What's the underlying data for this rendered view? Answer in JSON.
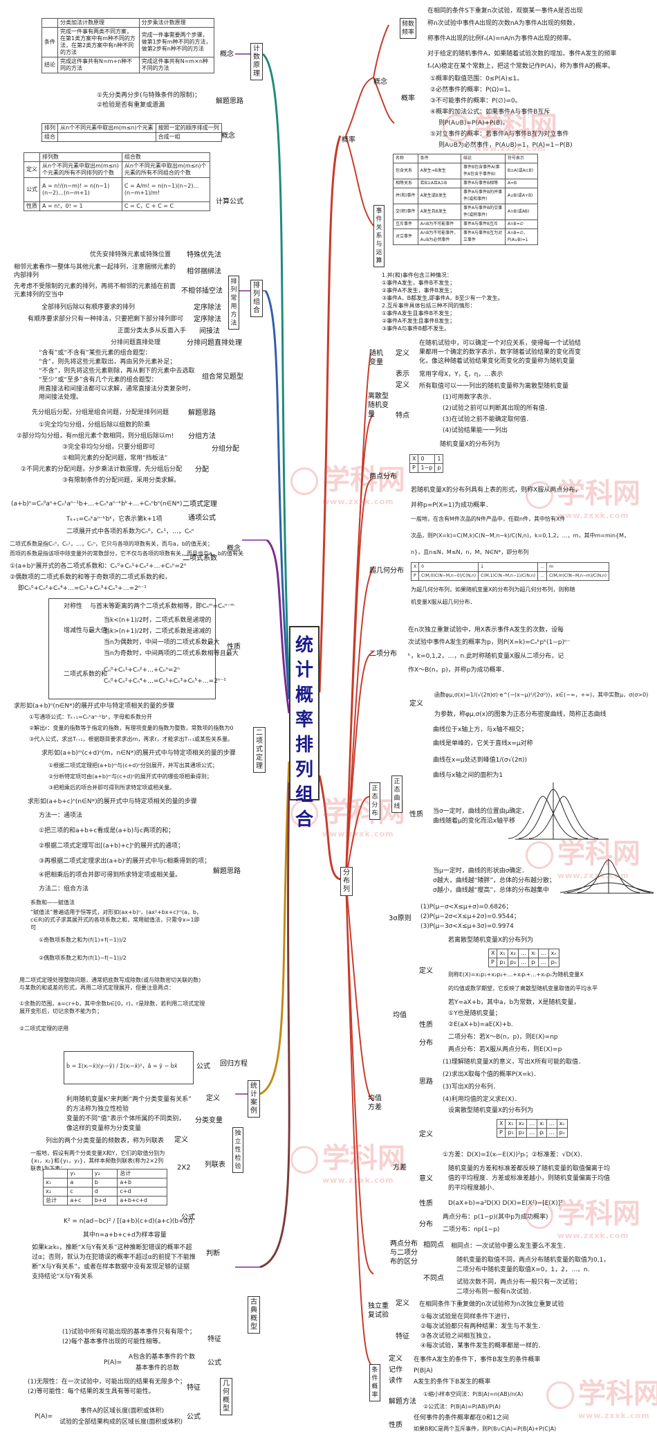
{
  "center_title": "统计概率排列组合",
  "watermark": {
    "brand": "学科网",
    "url": "www.zxxk.com"
  },
  "left": {
    "counting": {
      "branch": "计数原理",
      "concept": "概念",
      "table_headers": [
        "分类加法计数原理",
        "分步乘法计数原理"
      ],
      "table_rows": [
        [
          "条件",
          "完成一件事有两类不同方案，在第1类方案中有m种不同的方法，在第2类方案中有n种不同的方法",
          "完成一件事需要两个步骤，做第1步有m种不同的方法，做第2步有n种不同的方法"
        ],
        [
          "结论",
          "完成这件事共有N=m+n种不同的方法",
          "完成这件事共有N=m×n种不同的方法"
        ]
      ],
      "solve_idea": "解题思路",
      "solve_steps": [
        "①先分类再分步(与特殊条件的限制)；",
        "②检验是否有重复或遗漏"
      ]
    },
    "permcomb": {
      "branch": "排列组合",
      "concept": "概念",
      "def_rows": [
        [
          "排列",
          "从n个不同元素中取出m(m≤n)个元素",
          "按照一定的顺序排成一列"
        ],
        [
          "组合",
          "",
          "合成一组"
        ]
      ],
      "formula": "计算公式",
      "formula_headers": [
        "",
        "排列数",
        "组合数"
      ],
      "formula_rows": [
        [
          "定义",
          "从n个不同元素中取出m(m≤n)个元素的所有不同排列的个数",
          "从n个不同元素中取出m(m≤n)个元素的所有不同组合的个数"
        ],
        [
          "公式",
          "A = n!/(n−m)! = n(n−1)(n−2)…(n−m+1)",
          "C = A/m! = n(n−1)(n−2)…(n−m+1)/m!"
        ],
        [
          "性质",
          "A = n!，0! = 1",
          "C = C，C + C = C"
        ]
      ],
      "methods_label": "排列常用方法",
      "methods": [
        {
          "name": "特殊优先法",
          "desc": "优先安排特殊元素或特殊位置"
        },
        {
          "name": "相邻捆绑法",
          "desc": "相邻元素看作一整体与其他元素一起排列，注意捆绑元素的内部排列"
        },
        {
          "name": "不相邻插空法",
          "desc": "先考虑不受限制的元素的排列，再将不相邻的元素插在前面元素排列的空当中"
        },
        {
          "name": "定序除法",
          "desc": "全部排列后除以有顺序要求的排列"
        },
        {
          "name": "定序除法",
          "desc": "有顺序要求部分只有一种排法，只要把剩下部分排列即可"
        },
        {
          "name": "间接法",
          "desc": "正面分类太多从反面入手"
        },
        {
          "name": "分排问题直排处理",
          "desc": "分排问题直排处理"
        }
      ],
      "common_label": "组合常见题型",
      "common_text": [
        "“含有”或“不含有”某些元素的组合题型：",
        "“含”，则先将这些元素取出，再由另外元素补足；",
        "“不含”，则先将这些元素剔除，再从剩下的元素中去选取",
        "“至少”或“至多”含有几个元素的组合题型：",
        "用直接法和间接法都可以求解，通常直接法分类复杂时，用间接法处理。"
      ],
      "group_label": "分组分配",
      "group_idea": "解题思路",
      "group_idea_text": "先分组后分配，分组是组合问题，分配是排列问题",
      "group_method": "分组方法",
      "group_methods": [
        "①完全均匀分组，分组后除以组数的阶乘",
        "②部分均匀分组，有m组元素个数相同，则分组后除以m!",
        "③完全非均匀分组，只要分组即可"
      ],
      "assign_label": "分配",
      "assign_methods": [
        "①相同元素的分配问题，常用“挡板法”",
        "②不同元素的分配问题，分步乘法计数原理，先分组后分配",
        "③有限制条件的分配问题，采用分类求解。"
      ]
    },
    "binomial": {
      "branch": "二项式定理",
      "concept": "概念",
      "theorem_label": "二项式定理",
      "theorem": "(a+b)ⁿ=Cₙ⁰aⁿ+Cₙ¹aⁿ⁻¹b+…+Cₙᵏaⁿ⁻ᵏbᵏ+…+Cₙⁿbⁿ(n∈N*)",
      "general_label": "通项公式",
      "general": "Tₖ₊₁=Cₙᵏaⁿ⁻ᵏbᵏ，它表示第k+1项",
      "coef_label": "二项式系数",
      "coef_text": [
        "二项展开式中各项的系数为Cₙ⁰，Cₙ¹，…，Cₙⁿ",
        "二项式系数是指Cₙ⁰，Cₙ¹，…，Cₙⁿ，它只与各项的项数有关，而与a，b的值无关；",
        "而项的系数是指该项中除变量外的常数部分，它不仅与各项的项数有关，而且也与a，b的值有关",
        "①(a+b)ⁿ展开式的各二项式系数和：Cₙ⁰+Cₙ¹+Cₙ²+…+Cₙⁿ=2ⁿ",
        "②偶数项的二项式系数的和等于奇数项的二项式系数的和，",
        "即Cₙ⁰+Cₙ²+Cₙ⁴+…=Cₙ¹+Cₙ³+Cₙ⁵+…=2ⁿ⁻¹"
      ],
      "property_label": "性质",
      "properties": [
        [
          "对称性",
          "与首末等距离的两个二项式系数相等，即Cₙᵐ=Cₙⁿ⁻ᵐ"
        ],
        [
          "增减性与最大值",
          "当k<(n+1)/2时，二项式系数是递增的"
        ],
        [
          "",
          "当k>(n+1)/2时，二项式系数是递减的"
        ],
        [
          "",
          "当n为偶数时，中间一项的二项式系数最大"
        ],
        [
          "",
          "当n为奇数时，中间两项的二项式系数相等且最大"
        ],
        [
          "二项式系数的和",
          "Cₙ⁰+Cₙ¹+Cₙ²+…+Cₙⁿ=2ⁿ"
        ],
        [
          "",
          "Cₙ⁰+Cₙ²+Cₙ⁴+…=Cₙ¹+Cₙ³+Cₙ⁵+…=2ⁿ⁻¹"
        ]
      ],
      "solve_label": "解题思路",
      "solve_text": [
        "求形如(a+b)ⁿ(n∈N*)的展开式中与特定项相关的量的步骤",
        "①写通项公式：Tₖ₊₁=Cₙᵏaⁿ⁻ᵏbᵏ，字母和系数分开",
        "②解出r：变量的指数等于指定的指数，有理项变量的指数为整数，常数项的指数为0",
        "③代入公式，求出Tᵣ₊₁，根据题目要求求出m，再求r，才能求出Tᵣ₊₁或某些关系量。",
        "求形如(a+b)ᵐ(c+d)ⁿ(m，n∈N*)的展开式中与特定项相关的量的步骤",
        "①根据二项式定理把(a+b)ᵐ与(c+d)ⁿ分别展开，并写出其通项公式；",
        "②分析特定项可由(a+b)ᵐ与(c+d)ⁿ的展开式中的哪些项相乘得到；",
        "③把相乘后的项合并即可得到所求特定项或相关量。",
        "求形如(a+b+c)ⁿ(n∈N*)的展开式中与特定项相关的量的步骤",
        "方法一：通项法",
        "①把三项的和a+b+c看成是(a+b)与c两项的和；",
        "②根据二项式定理写出[(a+b)+c]ⁿ的展开式的通项；",
        "③再根据二项式定理求出(a+b)ʳ的展开式中与c相乘得到的项；",
        "④把相乘后的项合并即可得到所求特定项或相关量。",
        "方法二：组合方法",
        "系数和——赋值法",
        "“赋值法”普遍适用于恒等式，对形如(ax+b)ⁿ，(ax²+bx+c)ᵐ(a，b，c∈R)的式子求其展开式的各项系数之和，常用赋值法，只需令x=1即可",
        "①奇数项系数之和为(f(1)+f(−1))/2",
        "②偶数项系数之和为(f(1)−f(−1))/2",
        "用二项式定理处理整除问题，通常把底数写成除数(或与除数密切关联的数)与某数的和或差的形式，再用二项式定理展开，但要注意两点：",
        "①余数的范围，a=cr+b，其中余数b∈[0，r)，r是除数，若利用二项式定理展开变形后，切记余数不能为负；",
        "②二项式定理的逆用"
      ]
    },
    "statcase": {
      "branch": "统计案例",
      "regression": "回归方程",
      "formula_label": "公式",
      "formula": "b̂ = Σ(xᵢ−x̄)(yᵢ−ȳ) / Σ(xᵢ−x̄)²，â = ȳ − b̂x̄",
      "indep": "独立性检验",
      "def_label": "定义",
      "def_text": [
        "利用随机变量K²来判断“两个分类变量有关系”",
        "的方法称为独立性检验"
      ],
      "cat_label": "分类变量",
      "cat_text": [
        "变量的不同“值”表示个体所属的不同类别，",
        "像这样的变量称为分类变量"
      ],
      "cont_label": "列联表",
      "cont_def": "列出的两个分类变量的频数表，称为列联表",
      "cont_2x2": "2X2",
      "cont_text": "一般地，假设有两个分类变量X和Y，它们的取值分别为{x₁，x₂}和{y₁，y₂}，其样本频数列联表(称为2×2列联表)为下表：",
      "cont_headers": [
        "",
        "y₁",
        "y₂",
        "总计"
      ],
      "cont_rows": [
        [
          "x₁",
          "a",
          "b",
          "a+b"
        ],
        [
          "x₂",
          "c",
          "d",
          "c+d"
        ],
        [
          "总计",
          "a+c",
          "b+d",
          "a+b+c+d"
        ]
      ],
      "k2_label": "公式",
      "k2": "K² = n(ad−bc)² / [(a+b)(c+d)(a+c)(b+d)]",
      "k2_note": "其中n=a+b+c+d为样本容量",
      "judge_label": "判断",
      "judge_text": [
        "如果k≥k₀，推断“X与Y有关系”这种推断犯错误的概率不超",
        "过α；否则，就认为在犯错误的概率不超过α的前提下不能推",
        "断“X与Y有关系”，或者在样本数据中没有发现足够的证据",
        "支持结论“X与Y有关系"
      ]
    },
    "classical": {
      "branch": "古典概型",
      "feature_label": "特征",
      "feature_text": [
        "(1)试验中所有可能出现的基本事件只有有限个；",
        "(2)每个基本事件出现的可能性相等。"
      ],
      "formula_label": "公式",
      "formula": "P(A)=",
      "numerator": "A包含的基本事件的个数",
      "denominator": "基本事件的总数"
    },
    "geometric": {
      "branch": "几何概型",
      "feature_label": "特征",
      "feature_text": [
        "(1)无限性：在一次试验中，可能出现的结果有无限多个；",
        "(2)等可能性：每个结果的发生具有等可能性。"
      ],
      "formula_label": "公式",
      "formula": "P(A)=",
      "numerator": "事件A的区域长度(面积或体积)",
      "denominator": "试验的全部结果构成的区域长度(面积或体积)"
    }
  },
  "right": {
    "prob": {
      "branch": "概率",
      "concept": "概念",
      "freq_label": "频数频率",
      "freq_text": [
        "在相同的条件S下重复n次试验，观察某一事件A是否出现",
        "称n次试验中事件A出现的次数nA为事件A出现的频数，",
        "称事件A出现的比例fₙ(A)=nA/n为事件A出现的频率。"
      ],
      "prob_label": "概率",
      "prob_text": [
        "对于给定的随机事件A，如果随着试验次数的增加，事件A发生的频率",
        "fₙ(A)稳定在某个常数上，把这个常数记作P(A)，称为事件A的概率。",
        "①概率的取值范围：0≤P(A)≤1。",
        "②必然事件的概率：P(Ω)=1。",
        "③不可能事件的概率：P(∅)=0。",
        "④概率的加法公式：如果事件A与事件B互斥",
        "则P(A∪B)=P(A)+P(B)。",
        "⑤对立事件的概率：若事件A与事件B互为对立事件",
        "则A∪B为必然事件，P(A∪B)=1，P(A)=1−P(B)"
      ],
      "event_label": "事件关系与运算",
      "event_headers": [
        "名称",
        "条件",
        "结论",
        "符号表示"
      ],
      "event_rows": [
        [
          "包含关系",
          "A发生⇒B发生",
          "事件B包含事件A(事件A包含于事件B)",
          "B⊇A(或A⊆B)"
        ],
        [
          "相等关系",
          "若B⊇A且A⊇B",
          "事件A与事件B相等",
          "A=B"
        ],
        [
          "并(和)事件",
          "A发生或B发生",
          "事件A与事件B的并事件(或和事件)",
          "A∪B(或A+B)"
        ],
        [
          "交(积)事件",
          "A发生且B发生",
          "事件A与事件B的交事件(或积事件)",
          "A∩B(或AB)"
        ],
        [
          "互斥事件",
          "A∩B为不可能事件",
          "事件A与事件B互斥",
          "A∩B=∅"
        ],
        [
          "对立事件",
          "A∩B为不可能事件，A∪B为必然事件",
          "事件A与事件B互为对立事件",
          "A∩B=∅，P(A∪B)=1"
        ]
      ],
      "event_note": [
        "1.并(和)事件包含三种情况：",
        "①事件A发生，事件B不发生；",
        "②事件A不发生，事件B发生；",
        "③事件A，B都发生,即事件A，B至少有一个发生。",
        "2.互斥事件具体包括三种不同的情形：",
        "①事件A发生且事件B不发生；",
        "②事件A不发生且事件B发生；",
        "③事件A与事件B都不发生。"
      ]
    },
    "dist": {
      "branch": "分布列",
      "rv_label": "随机变量",
      "rv_def_label": "定义",
      "rv_def": [
        "在随机试验中，可以确定一个对应关系，使得每一个试验结",
        "果都用一个确定的数字表示，数字随着试验结果的变化而变",
        "化，像这种随着试验结果变化而变化的变量称为随机变量"
      ],
      "rv_rep_label": "表示",
      "rv_rep": "常用字母X，Y，ξ，η，…表示",
      "discrete_label": "离散型随机变量",
      "discrete_def_label": "定义",
      "discrete_def": "所有取值可以一一列出的随机变量称为离散型随机变量",
      "discrete_feat_label": "特点",
      "discrete_feat": [
        "(1)可用数字表示．",
        "(2)试验之前可以判断其出现的所有值．",
        "(3)在试验之前不能确定取何值．",
        "(4)试验结果能一一列出"
      ],
      "bern_label": "两点分布",
      "bern_title": "随机变量X的分布列为",
      "bern_table": [
        [
          "X",
          "0",
          "1"
        ],
        [
          "P",
          "1−p",
          "p"
        ]
      ],
      "bern_text": [
        "若随机变量X的分布列具有上表的形式，则称X服从两点分布，",
        "并称p=P(X=1)为成功概率．"
      ],
      "hyper_label": "超几何分布",
      "hyper_text": [
        "一般地，在含有M件次品的N件产品中，任取n件，其中恰有X件",
        "次品，则P(X=k)=C(M,k)C(N−M,n−k)/C(N,n)，k=0,1,2，…，m，其中m=min{M，",
        "n}，且n≤N，M≤N，n，M，N∈N*，即分布列"
      ],
      "hyper_table": [
        [
          "X",
          "0",
          "1",
          "…",
          "m"
        ],
        [
          "P",
          "C(M,0)C(N−M,n−0)/C(N,n)",
          "C(M,1)C(N−M,n−1)/C(N,n)",
          "…",
          "C(M,m)C(N−M,n−m)/C(N,n)"
        ]
      ],
      "hyper_note": [
        "为超几何分布列，如果随机变量X的分布列为超几何分布列，则称随",
        "机变量X服从超几何分布．"
      ],
      "binom_label": "二项分布",
      "binom_text": [
        "在n次独立重复试验中，用X表示事件A发生的次数，设每",
        "次试验中事件A发生的概率为p，则P(X=k)=Cₙᵏpᵏ(1−p)ⁿ⁻",
        "ᵏ，k=0,1,2，…，n.此时称随机变量X服从二项分布，记",
        "作X～B(n，p)，并称p为成功概率．"
      ],
      "normal_label": "正态分布",
      "normal_def_label": "定义",
      "normal_def": "函数φμ,σ(x)=1/(√(2π)σ)·e^(−(x−μ)²/(2σ²))，x∈(−∞，+∞)，其中实数μ，σ(σ>0)",
      "normal_def2": "为参数，称φμ,σ(x)的图象为正态分布密度曲线，简称正态曲线",
      "curve_label": "正态曲线",
      "curve_prop_label": "性质",
      "curve_props": [
        "曲线位于x轴上方，与x轴不相交；",
        "曲线是单峰的，它关于直线x=μ对称",
        "曲线在x=μ处达到峰值1/(σ√(2π))",
        "曲线与x轴之间的面积为1",
        "当σ一定时，曲线的位置由μ确定，",
        "曲线随着μ的变化而沿x轴平移",
        "当μ一定时，曲线的形状由σ确定．",
        "σ越大，曲线越“矮胖”，总体的分布越分散；",
        "σ越小，曲线越“瘦高”，总体的分布越集中"
      ],
      "sigma_label": "3σ原则",
      "sigma": [
        "(1)P(μ−σ<X≤μ+σ)=0.6826；",
        "(2)P(μ−2σ<X≤μ+2σ)=0.9544；",
        "(3)P(μ−3σ<X≤μ+3σ)=0.9974"
      ]
    },
    "meanvar": {
      "branch": "均值方差",
      "mean_label": "均值",
      "mean_def_label": "定义",
      "mean_def_title": "若离散型随机变量X的分布列为",
      "mean_table": [
        [
          "X",
          "x₁",
          "x₂",
          "…",
          "xᵢ",
          "…",
          "xₙ"
        ],
        [
          "P",
          "p₁",
          "p₂",
          "…",
          "pᵢ",
          "…",
          "pₙ"
        ]
      ],
      "mean_def_text": [
        "则称E(X)=x₁p₁+x₂p₂+…+xᵢpᵢ+…+xₙpₙ为随机变量X",
        "的均值或数学期望，它反映了离散型随机变量取值的平均水平"
      ],
      "mean_prop_label": "性质",
      "mean_props": [
        "若Y=aX+b，其中a，b为常数，X是随机变量，",
        "①Y也是随机变量；",
        "②E(aX+b)=aE(X)+b."
      ],
      "mean_dist_label": "分布",
      "mean_dist": [
        "二项分布：若X～B(n，p)，则E(X)=np",
        "两点分布：若X服从两点分布，则E(X)=p"
      ],
      "idea_label": "思路",
      "ideas": [
        "(1)理解随机变量X的意义，写出X所有可能的取值．",
        "(2)求出X取每个值的概率P(X=k)．",
        "(3)写出X的分布列．",
        "(4)利用均值的定义求E(X)．"
      ],
      "var_label": "方差",
      "var_title": "设离散型随机变量X的分布列为",
      "var_def_label": "定义",
      "var_formula": "①方差：D(X)=Σ(xᵢ−E(X))²pᵢ；②标准差：√D(X)．",
      "var_meaning_label": "意义",
      "var_meaning": [
        "随机变量的方差和标准差都反映了随机变量的取值偏离于均",
        "值的平均程度．方差或标准差越小，则随机变量偏离于均值",
        "的平均程度越小．"
      ],
      "var_prop_label": "性质",
      "var_prop": "D(aX+b)=a²D(X)      D(X)=E(X²)−[E(X)]²",
      "var_dist_label": "分布",
      "var_dist": [
        "两点分布：p(1−p)(其中p为成功概率)",
        "二项分布：np(1−p)"
      ],
      "compare_label": "两点分布与二项分布的区分",
      "compare_same_label": "相同点",
      "compare_same": "相同点：一次试验中要么发生要么不发生．",
      "compare_diff_label": "不同点",
      "compare_diff": [
        "随机变量的取值不同，两点分布随机变量的取值为0,1，",
        "二项分布中随机变量的取值X=0，1，2，…，n.",
        "试验次数不同，两点分布一般只有一次试验；",
        "二项分布则一般有n次试验．"
      ]
    },
    "indep": {
      "branch": "独立重复试验",
      "def_label": "定义",
      "def": "在相同条件下重复做的n次试验称为n次独立重复试验",
      "feat_label": "特征",
      "feats": [
        "①每次试验是在同样条件下进行，",
        "②每次试验都只有两种结果：发生与不发生．",
        "③各次试验之间相互独立，",
        "④每次试验，某事件发生的概率都是一样的．"
      ]
    },
    "cond": {
      "branch": "条件概率",
      "def_label": "定义",
      "def": "在事件A发生的条件下，事件B发生的条件概率",
      "note_label": "记作",
      "note": "P(B|A)",
      "read_label": "读作",
      "read": "A发生的条件下B发生的概率",
      "method_label": "解题方法",
      "methods": [
        "①缩小样本空间法：P(B|A)=n(AB)/n(A)",
        "②公式法：P(B|A)=P(AB)/P(A)"
      ],
      "prop_label": "性质",
      "props": [
        "任何事件的条件概率都在0和1之间",
        "如果B和C是两个互斥事件，则P(B∪C|A)=P(B|A)+P(C|A)"
      ]
    }
  }
}
